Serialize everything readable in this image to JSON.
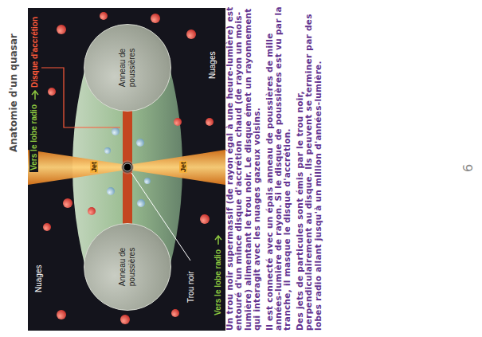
{
  "diagram": {
    "title": "Anatomie d'un quasar",
    "nodes": [
      {
        "text": [
          "Anneau de poussières"
        ]
      },
      {
        "text": [
          "Anneau de poussières"
        ]
      }
    ],
    "labels": [
      "Vers le lobe radio",
      "Disque d'accrétion",
      "Nuages",
      "Jet",
      "Jet",
      "Trou noir",
      "Nuages",
      "Vers le lobe radio",
      "Un trou noir supermassif (de rayon égal à une heure-lumière) est entouré d'un mince disque d'accrétion chaud (de rayon un mois-lumière) alimentant le trou noir. Le disque émet un rayonnement qui interagit avec les nuages gazeux voisins.",
      "Il est connecté avec un épais anneau de poussières de mille années-lumière de rayon. Si le disque de poussières est vu par la tranche, il masque le disque d'accrétion.",
      "Des jets de particules sont émis par le trou noir, perpendiculairement au disque. Ils peuvent se terminer par des lobes radio allant jusqu'à un million d'années-lumière.",
      "6"
    ]
  }
}
